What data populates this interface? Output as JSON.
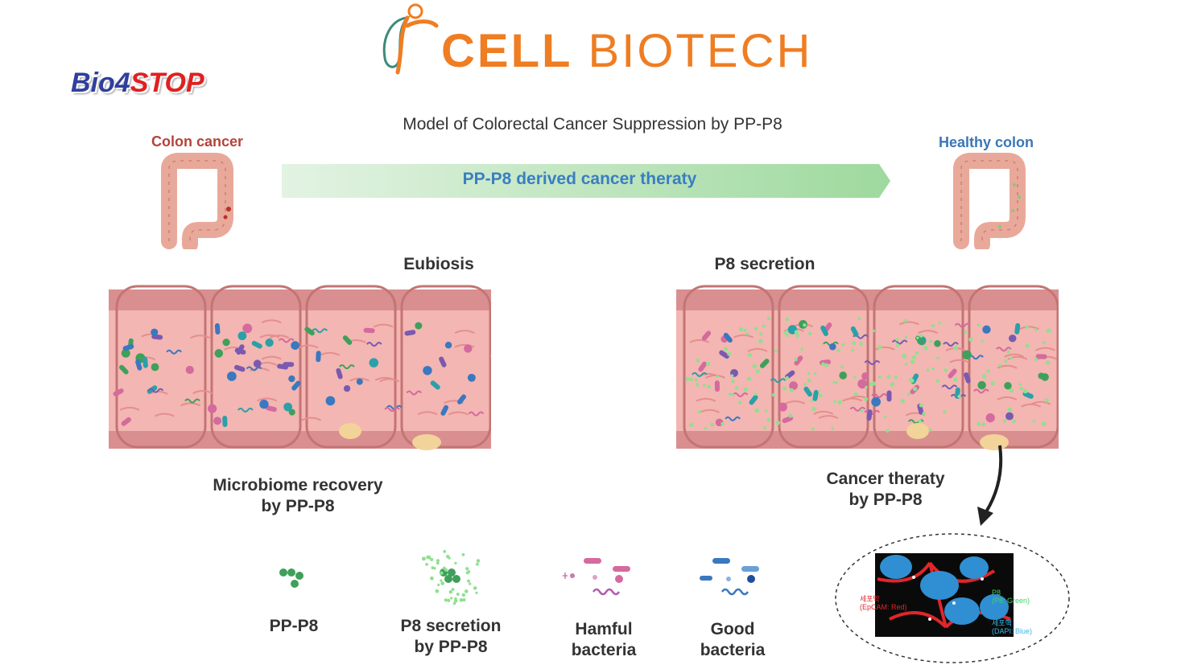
{
  "brand": {
    "logo_text_bold": "CELL",
    "logo_text_light": " BIOTECH",
    "sub_logo_part1": "Bio4",
    "sub_logo_part2": "STOP"
  },
  "title": "Model of Colorectal Cancer Suppression by PP-P8",
  "left_colon_label": "Colon cancer",
  "right_colon_label": "Healthy colon",
  "arrow_label": "PP-P8 derived cancer theraty",
  "left_panel": {
    "heading": "Eubiosis",
    "caption_line1": "Microbiome recovery",
    "caption_line2": "by PP-P8"
  },
  "right_panel": {
    "heading": "P8 secretion",
    "caption_line1": "Cancer theraty",
    "caption_line2": "by PP-P8"
  },
  "legend": [
    {
      "line1": "PP-P8",
      "line2": ""
    },
    {
      "line1": "P8 secretion",
      "line2": "by PP-P8"
    },
    {
      "line1": "Hamful",
      "line2": "bacteria"
    },
    {
      "line1": "Good",
      "line2": "bacteria"
    }
  ],
  "micrograph": {
    "red_label_1": "세포막",
    "red_label_2": "(EpCAM: Red)",
    "green_label_1": "P8",
    "green_label_2": "(P8: Green)",
    "blue_label_1": "세포핵",
    "blue_label_2": "(DAPI: Blue)"
  },
  "colors": {
    "orange": "#ef7d22",
    "red_label": "#b2443a",
    "blue_label": "#3a77b6",
    "arrow_start": "#e3f3e3",
    "arrow_end": "#9ed99e",
    "tissue": "#f0a8a8",
    "good_green": "#3ea05a"
  }
}
